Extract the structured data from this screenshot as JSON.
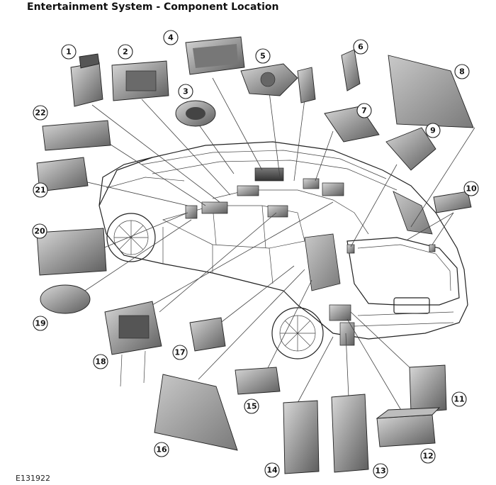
{
  "title": "Entertainment System - Component Location",
  "reference": "E131922",
  "callouts": [
    "1",
    "2",
    "3",
    "4",
    "5",
    "6",
    "7",
    "8",
    "9",
    "10",
    "11",
    "12",
    "13",
    "14",
    "15",
    "16",
    "17",
    "18",
    "19",
    "20",
    "21",
    "22"
  ],
  "colors": {
    "background": "#ffffff",
    "part_fill": "#8f8f8f",
    "glass_fill": "#9a9a9a",
    "line": "#222222"
  }
}
